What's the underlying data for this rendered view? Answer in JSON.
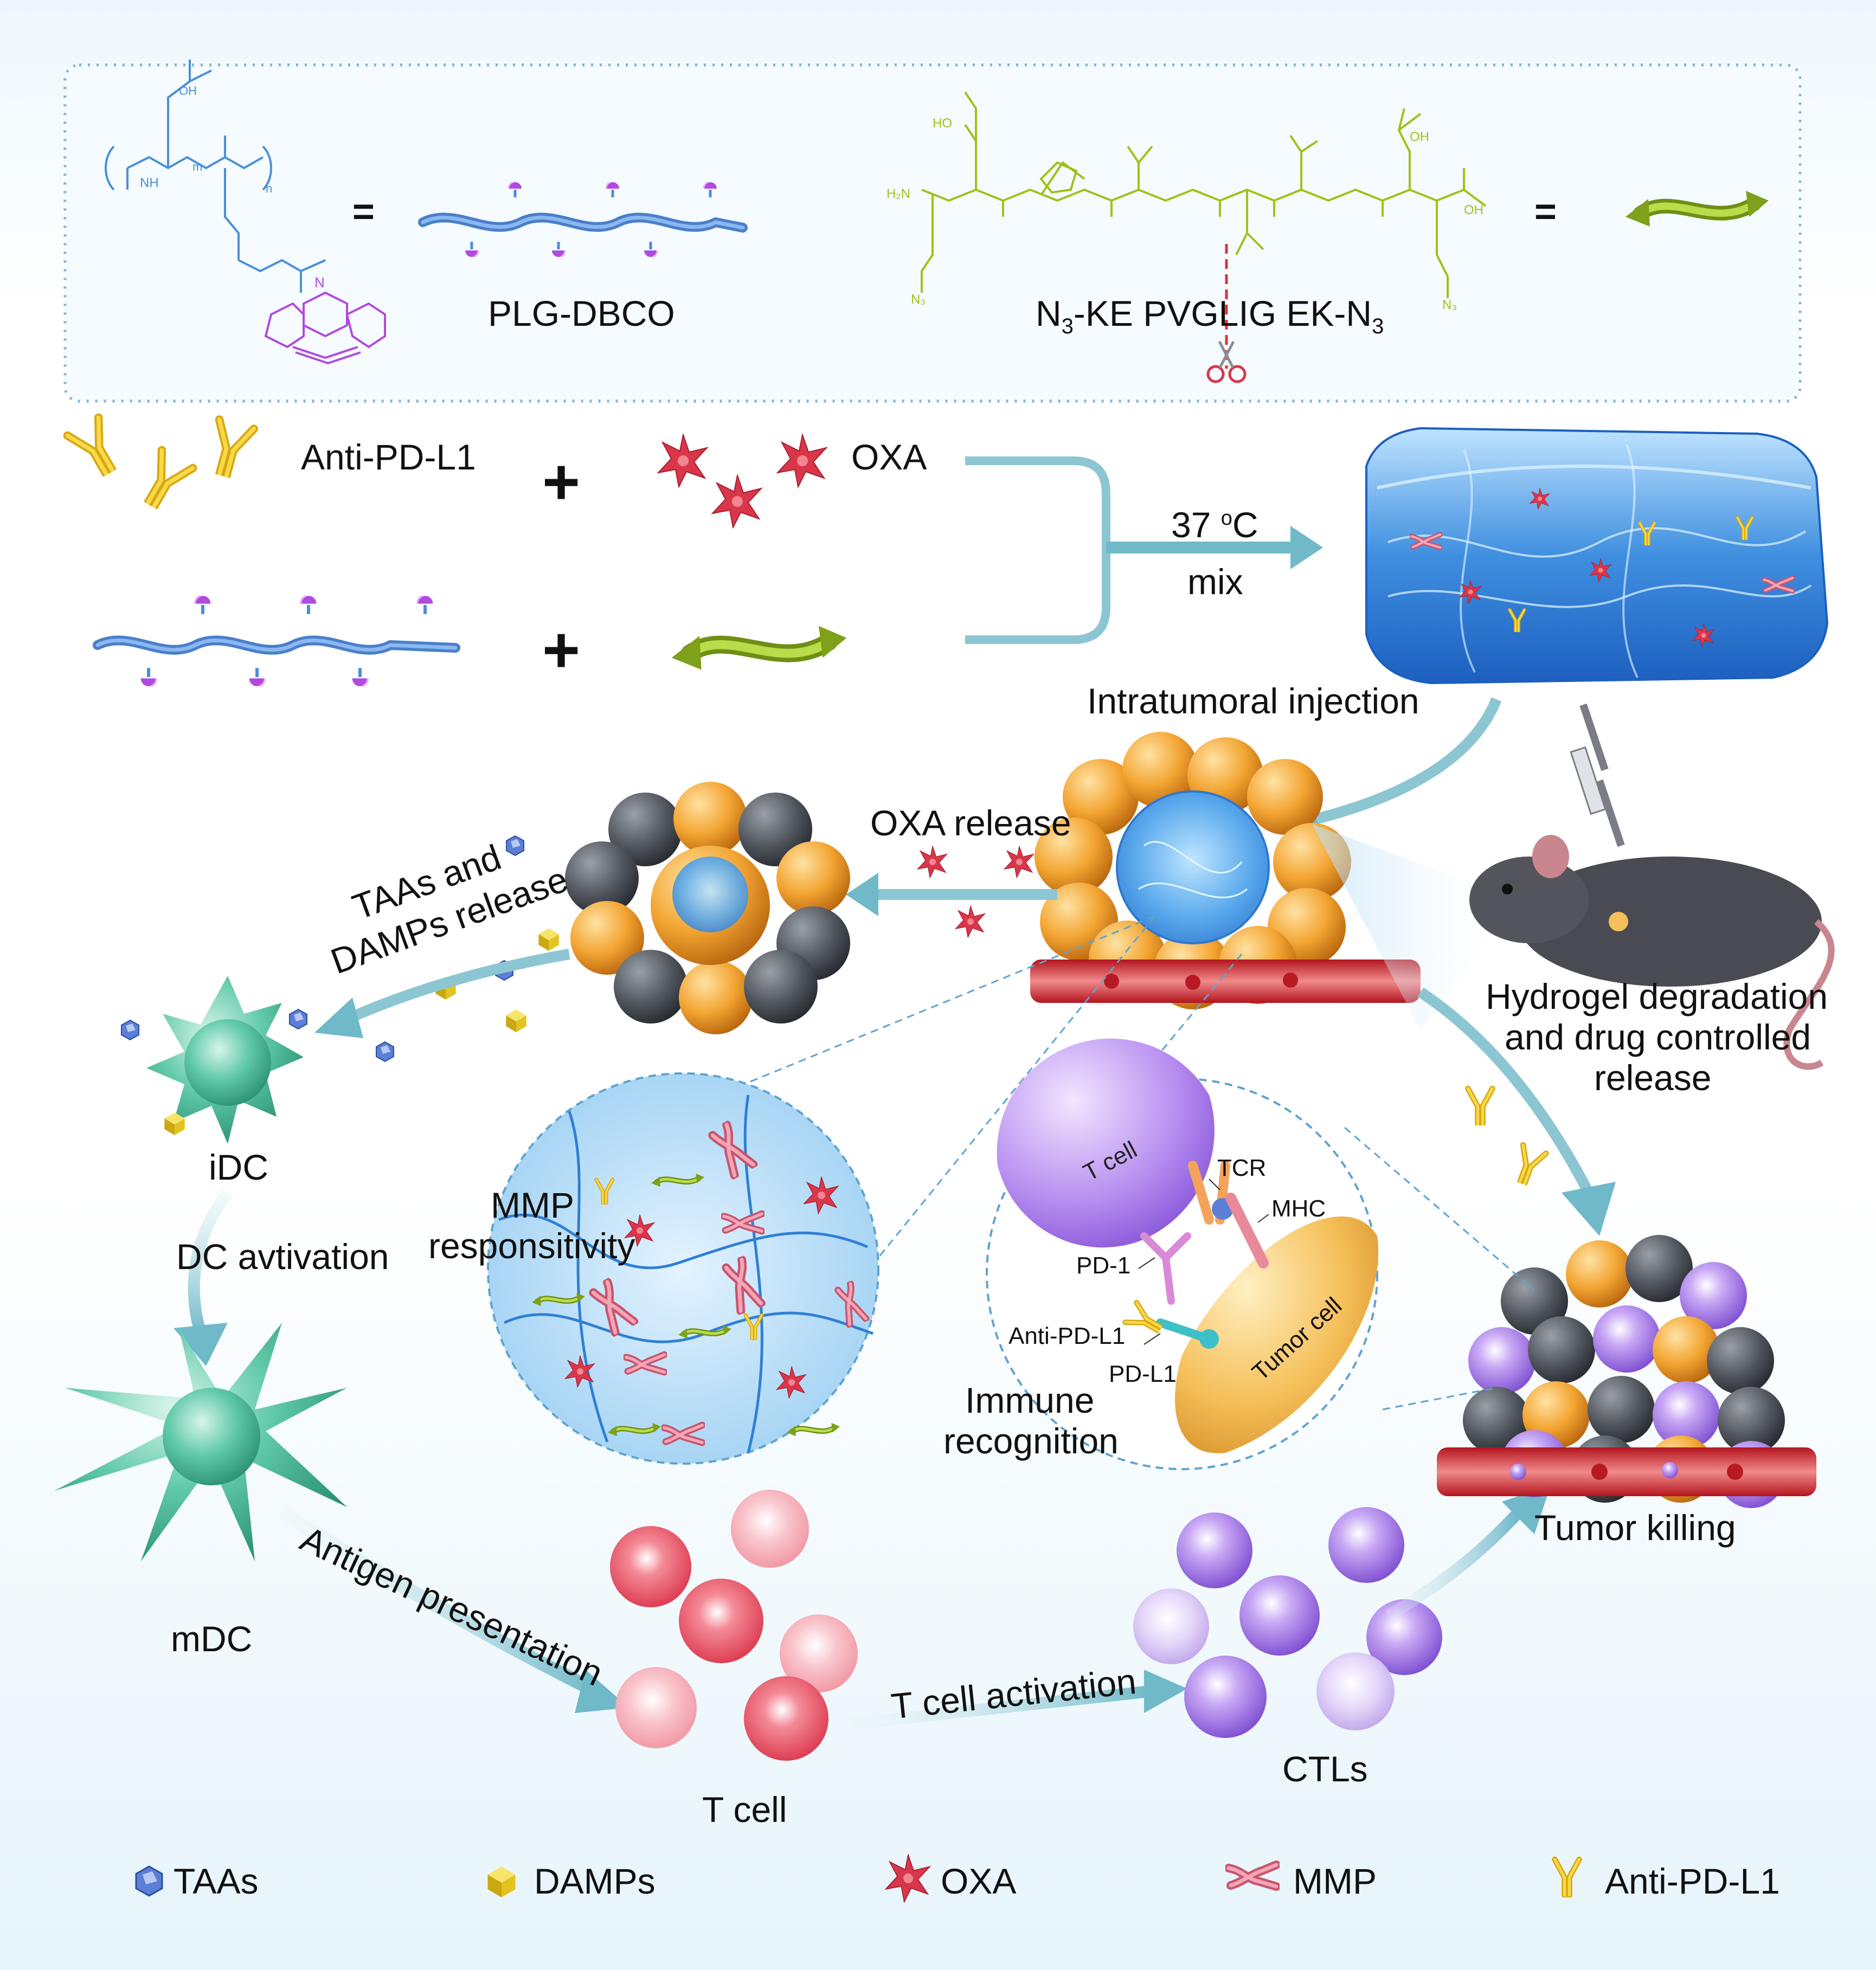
{
  "chem": {
    "polymer_name": "PLG-DBCO",
    "peptide_main": "N",
    "peptide_sub1": "3",
    "peptide_mid": "-KE PVGLIG EK-N",
    "peptide_sub2": "3",
    "equals": "=",
    "oh1": "OH",
    "oh2": "HO",
    "oh3": "OH",
    "oh4": "OH",
    "h2n": "H₂N",
    "n3a": "N₃",
    "n3b": "N₃",
    "nh1": "N",
    "nh2": "H",
    "sub_m": "m",
    "sub_n": "n",
    "nh_label": "NH"
  },
  "mixing": {
    "anti_pdl1": "Anti-PD-L1",
    "oxa": "OXA",
    "plus": "+",
    "temp": "37 °C",
    "temp_num": "37",
    "temp_deg": "o",
    "temp_unit": "C",
    "mix": "mix"
  },
  "process": {
    "injection": "Intratumoral injection",
    "oxa_release": "OXA release",
    "taas_release_1": "TAAs and",
    "taas_release_2": "DAMPs release",
    "hydrogel_1": "Hydrogel degradation",
    "hydrogel_2": "and drug controlled",
    "hydrogel_3": "release",
    "idc": "iDC",
    "dc_activation": "DC avtivation",
    "mdc": "mDC",
    "mmp_1": "MMP",
    "mmp_2": "responsitivity",
    "antigen": "Antigen presentation",
    "t_cell": "T cell",
    "t_activation": "T cell activation",
    "ctls": "CTLs",
    "tumor_killing": "Tumor killing"
  },
  "immune": {
    "t_cell": "T cell",
    "tcr": "TCR",
    "mhc": "MHC",
    "pd1": "PD-1",
    "anti_pdl1": "Anti-PD-L1",
    "pdl1": "PD-L1",
    "tumor_cell": "Tumor cell",
    "recog_1": "Immune",
    "recog_2": "recognition"
  },
  "legend": [
    {
      "label": "TAAs",
      "icon": "taa-icon"
    },
    {
      "label": "DAMPs",
      "icon": "damp-icon"
    },
    {
      "label": "OXA",
      "icon": "oxa-icon"
    },
    {
      "label": "MMP",
      "icon": "mmp-icon"
    },
    {
      "label": "Anti-PD-L1",
      "icon": "antibody-icon"
    }
  ],
  "colors": {
    "polymer_blue": "#4a8fd8",
    "dbco_purple": "#b04ae0",
    "peptide_green": "#9ec21a",
    "arrow_teal": "#6fb9c9",
    "tumor_orange": "#f0a030",
    "tumor_gray": "#555a62",
    "dc_green": "#4cbfa0",
    "tcell_red": "#e8485a",
    "ctl_purple": "#9c6ee0",
    "oxa_red": "#d9364a",
    "antibody_yellow": "#e9c21b"
  }
}
